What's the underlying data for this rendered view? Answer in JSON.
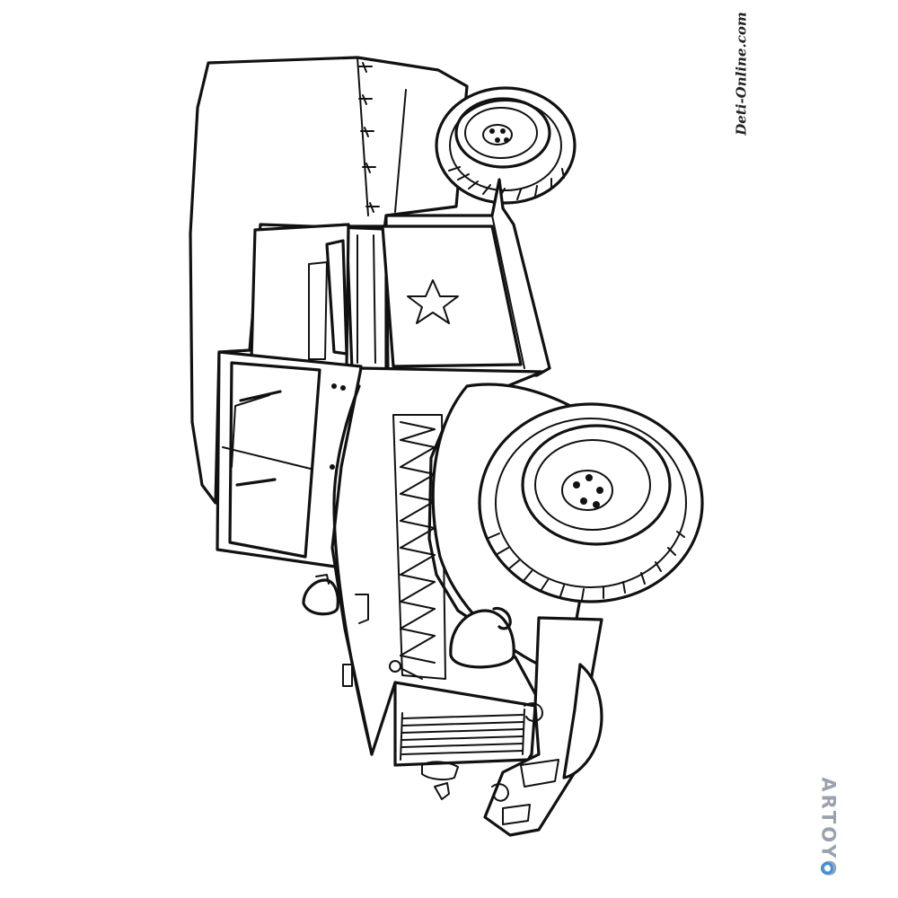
{
  "page": {
    "type": "coloring-page",
    "subject": "military jeep with canvas top",
    "background_color": "#ffffff",
    "line_color": "#111111"
  },
  "watermarks": {
    "top_right": "Deti-Online.com",
    "bottom_right": "ARTOYO",
    "bottom_right_color": "#9aa3ad",
    "bottom_right_accent": "#3d8fe0"
  },
  "emblem": {
    "icon": "star-icon"
  }
}
